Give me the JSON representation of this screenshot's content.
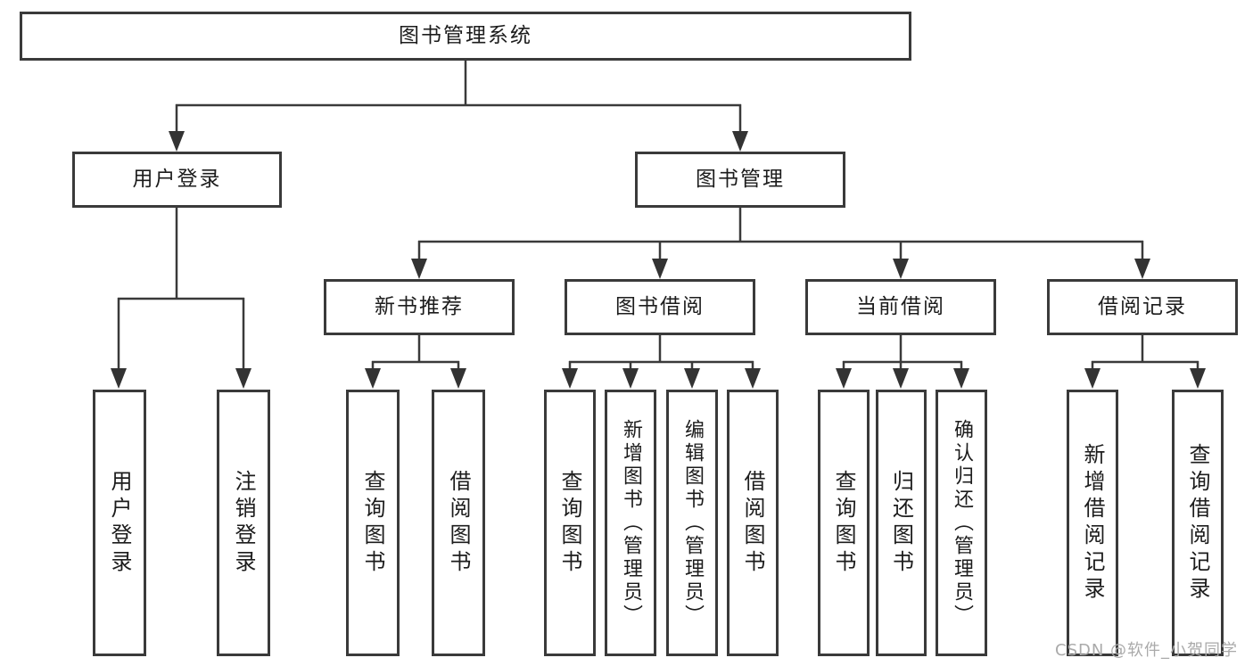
{
  "nodes": {
    "root": "图书管理系统",
    "user_login": "用户登录",
    "book_management": "图书管理",
    "new_book_recommend": "新书推荐",
    "book_borrow": "图书借阅",
    "current_borrow": "当前借阅",
    "borrow_records": "借阅记录",
    "leaves": {
      "user_login": "用户登录",
      "logout": "注销登录",
      "nb_query_book": "查询图书",
      "nb_borrow_book": "借阅图书",
      "bb_query_book": "查询图书",
      "bb_add_book": "新增图书（管理员）",
      "bb_edit_book": "编辑图书（管理员）",
      "bb_borrow_book": "借阅图书",
      "cb_query_book": "查询图书",
      "cb_return_book": "归还图书",
      "cb_confirm_return": "确认归还（管理员）",
      "br_add_record": "新增借阅记录",
      "br_query_record": "查询借阅记录"
    }
  },
  "colors": {
    "line": "#3a3a3a",
    "arrow": "#333333",
    "text": "#1c1c1c",
    "watermark_text": "#aaaaaa"
  },
  "watermark": "CSDN @软件_小贺同学"
}
